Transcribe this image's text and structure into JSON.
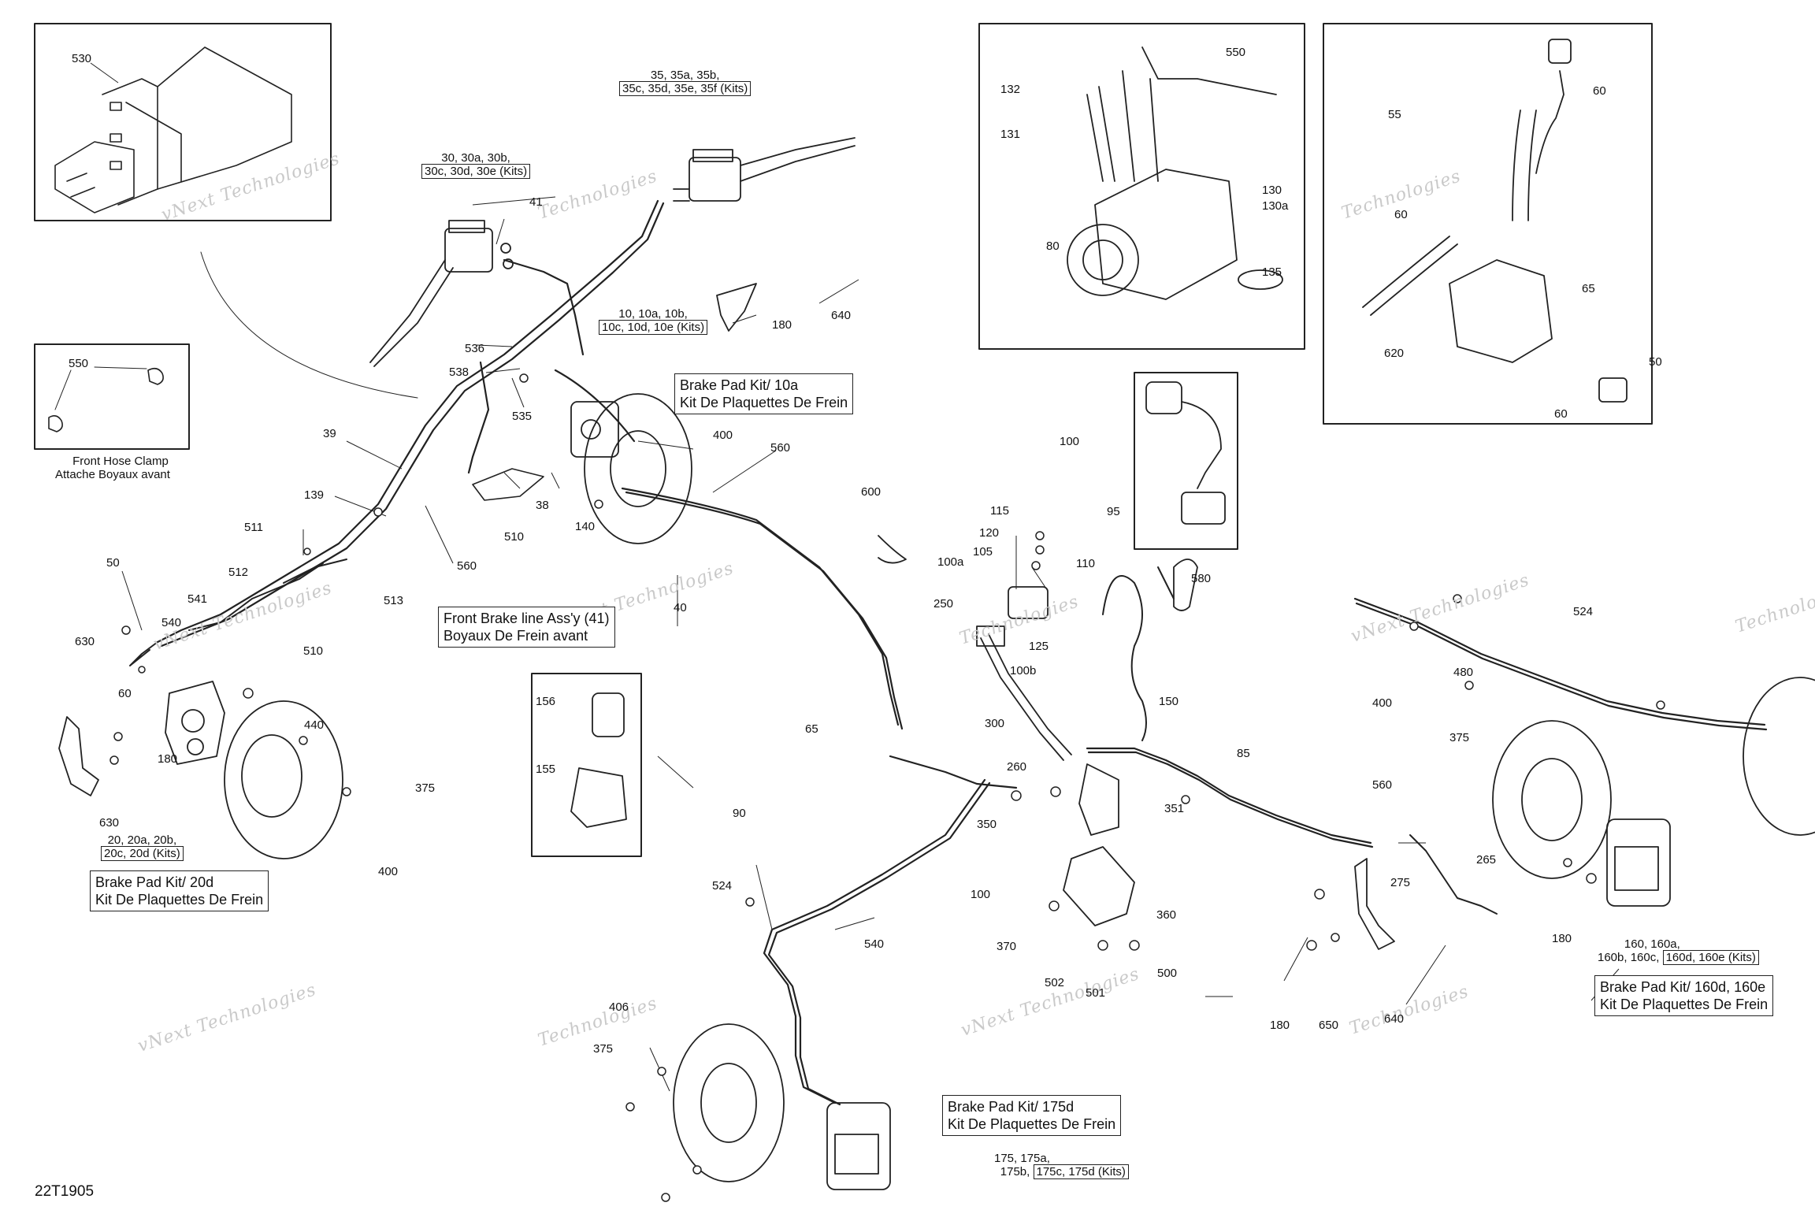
{
  "drawing_code": "22T1905",
  "watermark": {
    "line1": "vNext Technologies",
    "line2": "Technologies"
  },
  "clamp_caption": {
    "line1": "Front Hose Clamp",
    "line2": "Attache Boyaux avant"
  },
  "boxes": {
    "pad_10a": {
      "line1": "Brake Pad Kit/ 10a",
      "line2": "Kit De Plaquettes De Frein"
    },
    "front_line": {
      "line1": "Front Brake line Ass'y (41)",
      "line2": "Boyaux De Frein avant"
    },
    "pad_20d": {
      "line1": "Brake Pad Kit/ 20d",
      "line2": "Kit De Plaquettes De Frein"
    },
    "pad_175d": {
      "line1": "Brake Pad Kit/ 175d",
      "line2": "Kit De Plaquettes De Frein"
    },
    "pad_160d": {
      "line1": "Brake Pad Kit/ 160d, 160e",
      "line2": "Kit De Plaquettes De Frein"
    }
  },
  "multi_labels": {
    "m35": {
      "line1": "35, 35a, 35b,",
      "kits": "35c, 35d, 35e, 35f (Kits)"
    },
    "m30": {
      "line1": "30, 30a, 30b,",
      "kits": "30c, 30d, 30e (Kits)"
    },
    "m10": {
      "line1": "10, 10a, 10b,",
      "kits": "10c, 10d, 10e (Kits)"
    },
    "m20": {
      "line1": "20, 20a, 20b,",
      "kits": "20c, 20d (Kits)"
    },
    "m160": {
      "line1": "160, 160a,",
      "prefix": "160b, 160c,",
      "kits": "160d, 160e (Kits)"
    },
    "m175": {
      "line1": "175, 175a,",
      "prefix": "175b,",
      "kits": "175c, 175d (Kits)"
    }
  },
  "part_labels": [
    "530",
    "550",
    "41",
    "536",
    "538",
    "535",
    "39",
    "139",
    "560",
    "511",
    "512",
    "513",
    "541",
    "540",
    "510",
    "50",
    "630",
    "60",
    "180",
    "440",
    "375",
    "630",
    "400",
    "640",
    "180",
    "400",
    "560",
    "38",
    "510",
    "140",
    "40",
    "600",
    "65",
    "90",
    "524",
    "540",
    "406",
    "375",
    "115",
    "120",
    "105",
    "110",
    "100a",
    "250",
    "125",
    "100b",
    "300",
    "260",
    "350",
    "100",
    "351",
    "85",
    "370",
    "360",
    "502",
    "501",
    "500",
    "95",
    "580",
    "150",
    "100",
    "85",
    "550",
    "132",
    "131",
    "80",
    "130",
    "130a",
    "135",
    "55",
    "60",
    "60",
    "65",
    "620",
    "60",
    "50",
    "156",
    "155",
    "524",
    "480",
    "400",
    "375",
    "560",
    "265",
    "275",
    "180",
    "650",
    "640",
    "180"
  ]
}
